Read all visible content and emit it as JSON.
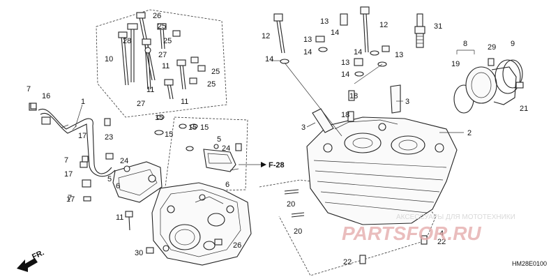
{
  "callouts": [
    "1",
    "2",
    "3",
    "3",
    "4",
    "5",
    "5",
    "6",
    "6",
    "7",
    "7",
    "7",
    "8",
    "9",
    "10",
    "11",
    "11",
    "11",
    "11",
    "12",
    "12",
    "13",
    "13",
    "13",
    "13",
    "14",
    "14",
    "14",
    "14",
    "14",
    "15",
    "15",
    "15",
    "15",
    "16",
    "17",
    "17",
    "17",
    "18",
    "18",
    "19",
    "20",
    "20",
    "21",
    "22",
    "22",
    "23",
    "24",
    "24",
    "25",
    "25",
    "25",
    "25",
    "26",
    "26",
    "27",
    "27",
    "28",
    "29",
    "30",
    "31"
  ],
  "reference_label": "F-28",
  "direction_label": "FR.",
  "diagram_code": "HM28E0100",
  "watermark_top": "АКСЕССУАРЫ ДЛЯ МОТОТЕХНИКИ",
  "watermark_main": "PARTSFOR.RU",
  "colors": {
    "line": "#222222",
    "watermark": "#e3a7a7"
  }
}
